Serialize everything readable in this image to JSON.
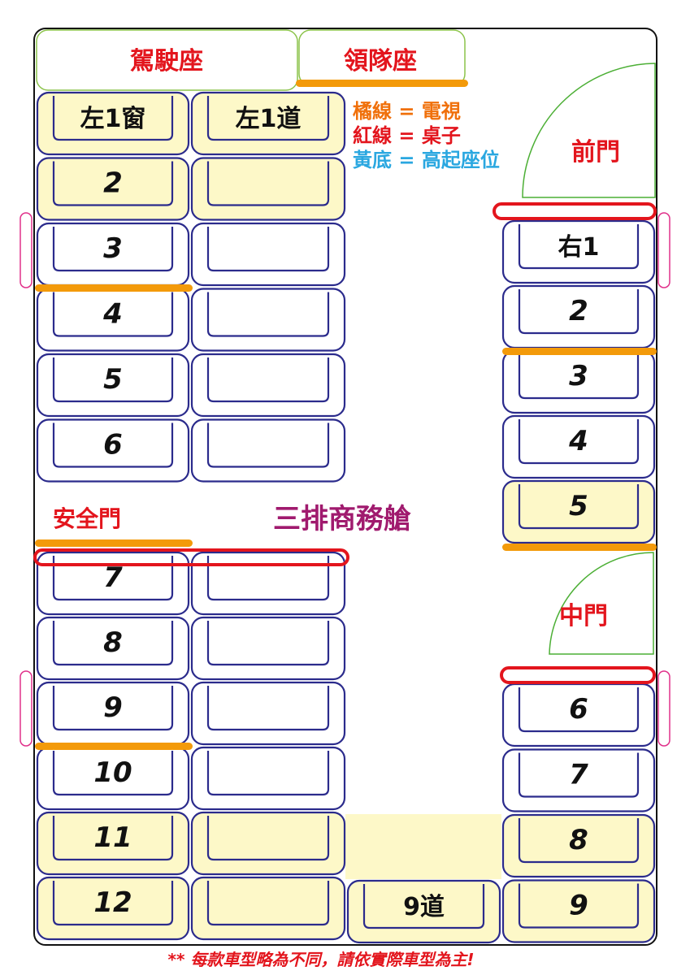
{
  "colors": {
    "seat_outline": "#2b2b8c",
    "highlight_fill": "#fdf8c8",
    "tv_line": "#f39a0a",
    "table_line": "#e3151d",
    "door_line": "#4caf35",
    "side_mark": "#e0308a",
    "cabin_label": "#a01a6e",
    "legend_tv": "#f0700a",
    "legend_table": "#e3151d",
    "legend_raised": "#2aa7e0"
  },
  "front": {
    "driver_label": "駕駛座",
    "guide_label": "領隊座"
  },
  "legend": {
    "tv": "橘線 = 電視",
    "table": "紅線 = 桌子",
    "raised": "黃底 = 高起座位"
  },
  "doors": {
    "front": "前門",
    "middle": "中門",
    "emergency": "安全門"
  },
  "cabin_label": "三排商務艙",
  "seats": {
    "left_window": [
      {
        "label": "左1窗",
        "raised": true
      },
      {
        "label": "2",
        "raised": true
      },
      {
        "label": "3",
        "raised": false
      },
      {
        "label": "4",
        "raised": false
      },
      {
        "label": "5",
        "raised": false
      },
      {
        "label": "6",
        "raised": false
      },
      {
        "label": "7",
        "raised": false
      },
      {
        "label": "8",
        "raised": false
      },
      {
        "label": "9",
        "raised": false
      },
      {
        "label": "10",
        "raised": false
      },
      {
        "label": "11",
        "raised": true
      },
      {
        "label": "12",
        "raised": true
      }
    ],
    "left_aisle": [
      {
        "label": "左1道",
        "raised": true
      },
      {
        "label": "",
        "raised": true
      },
      {
        "label": "",
        "raised": false
      },
      {
        "label": "",
        "raised": false
      },
      {
        "label": "",
        "raised": false
      },
      {
        "label": "",
        "raised": false
      },
      {
        "label": "",
        "raised": false
      },
      {
        "label": "",
        "raised": false
      },
      {
        "label": "",
        "raised": false
      },
      {
        "label": "",
        "raised": false
      },
      {
        "label": "",
        "raised": true
      },
      {
        "label": "",
        "raised": true
      }
    ],
    "back_aisle": {
      "label": "9道",
      "raised": true
    },
    "right_front": [
      {
        "label": "右1",
        "raised": false
      },
      {
        "label": "2",
        "raised": false
      },
      {
        "label": "3",
        "raised": false
      },
      {
        "label": "4",
        "raised": false
      },
      {
        "label": "5",
        "raised": true
      }
    ],
    "right_rear": [
      {
        "label": "6",
        "raised": false
      },
      {
        "label": "7",
        "raised": false
      },
      {
        "label": "8",
        "raised": true
      },
      {
        "label": "9",
        "raised": true
      }
    ]
  },
  "footer_note": "** 每款車型略為不同，請依實際車型為主!"
}
